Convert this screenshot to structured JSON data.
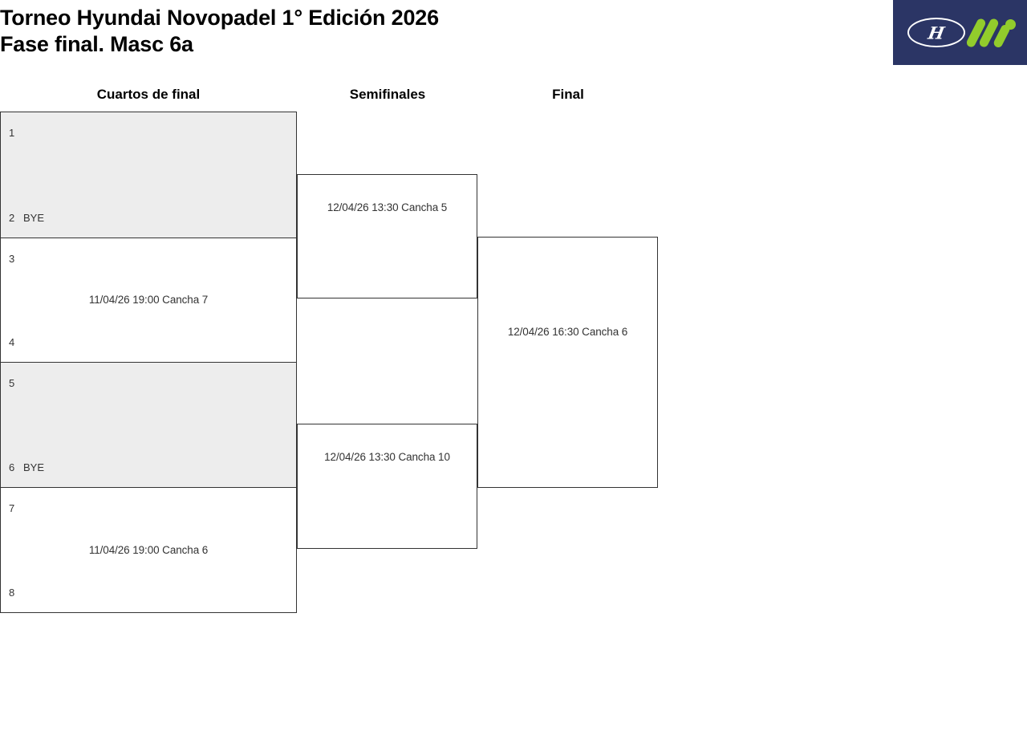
{
  "header": {
    "title_line1": "Torneo Hyundai Novopadel 1° Edición 2026",
    "title_line2": "Fase final. Masc 6a",
    "logo": {
      "brand_mark": "hyundai-logo-icon",
      "brand_letter": "H",
      "secondary_mark": "novopadel-m-logo-icon",
      "background_color": "#2b3565",
      "accent_color": "#92cc2c"
    }
  },
  "rounds": [
    {
      "id": "qf",
      "label": "Cuartos de final"
    },
    {
      "id": "sf",
      "label": "Semifinales"
    },
    {
      "id": "f",
      "label": "Final"
    }
  ],
  "bracket": {
    "quarterfinals": [
      {
        "id": "qf1",
        "bye": true,
        "top": {
          "seed": "1",
          "team": ""
        },
        "bottom": {
          "seed": "2",
          "team": "BYE"
        },
        "schedule": ""
      },
      {
        "id": "qf2",
        "bye": false,
        "top": {
          "seed": "3",
          "team": ""
        },
        "bottom": {
          "seed": "4",
          "team": ""
        },
        "schedule": "11/04/26 19:00 Cancha 7"
      },
      {
        "id": "qf3",
        "bye": true,
        "top": {
          "seed": "5",
          "team": ""
        },
        "bottom": {
          "seed": "6",
          "team": "BYE"
        },
        "schedule": ""
      },
      {
        "id": "qf4",
        "bye": false,
        "top": {
          "seed": "7",
          "team": ""
        },
        "bottom": {
          "seed": "8",
          "team": ""
        },
        "schedule": "11/04/26 19:00 Cancha 6"
      }
    ],
    "semifinals": [
      {
        "id": "sf1",
        "schedule": "12/04/26 13:30 Cancha 5"
      },
      {
        "id": "sf2",
        "schedule": "12/04/26 13:30 Cancha 10"
      }
    ],
    "final": {
      "id": "f1",
      "schedule": "12/04/26 16:30 Cancha 6"
    }
  },
  "colors": {
    "bye_fill": "#ededed",
    "line": "#333333",
    "text": "#333333",
    "heading": "#000000"
  }
}
